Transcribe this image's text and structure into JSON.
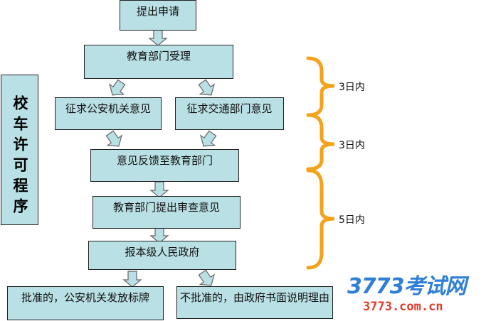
{
  "title": "校车许可程序",
  "steps": {
    "apply": "提出申请",
    "accept": "教育部门受理",
    "police": "征求公安机关意见",
    "traffic": "征求交通部门意见",
    "feedback": "意见反馈至教育部门",
    "review": "教育部门提出审查意见",
    "report": "报本级人民政府",
    "approved": "批准的，公安机关发放标牌",
    "rejected": "不批准的，由政府书面说明理由"
  },
  "durations": [
    "3日内",
    "3日内",
    "5日内"
  ],
  "colors": {
    "box": "#b9e0e4",
    "brace": "#f5a21b"
  },
  "watermark": {
    "logo": "3773考试网",
    "url": "3773.com.cn"
  }
}
